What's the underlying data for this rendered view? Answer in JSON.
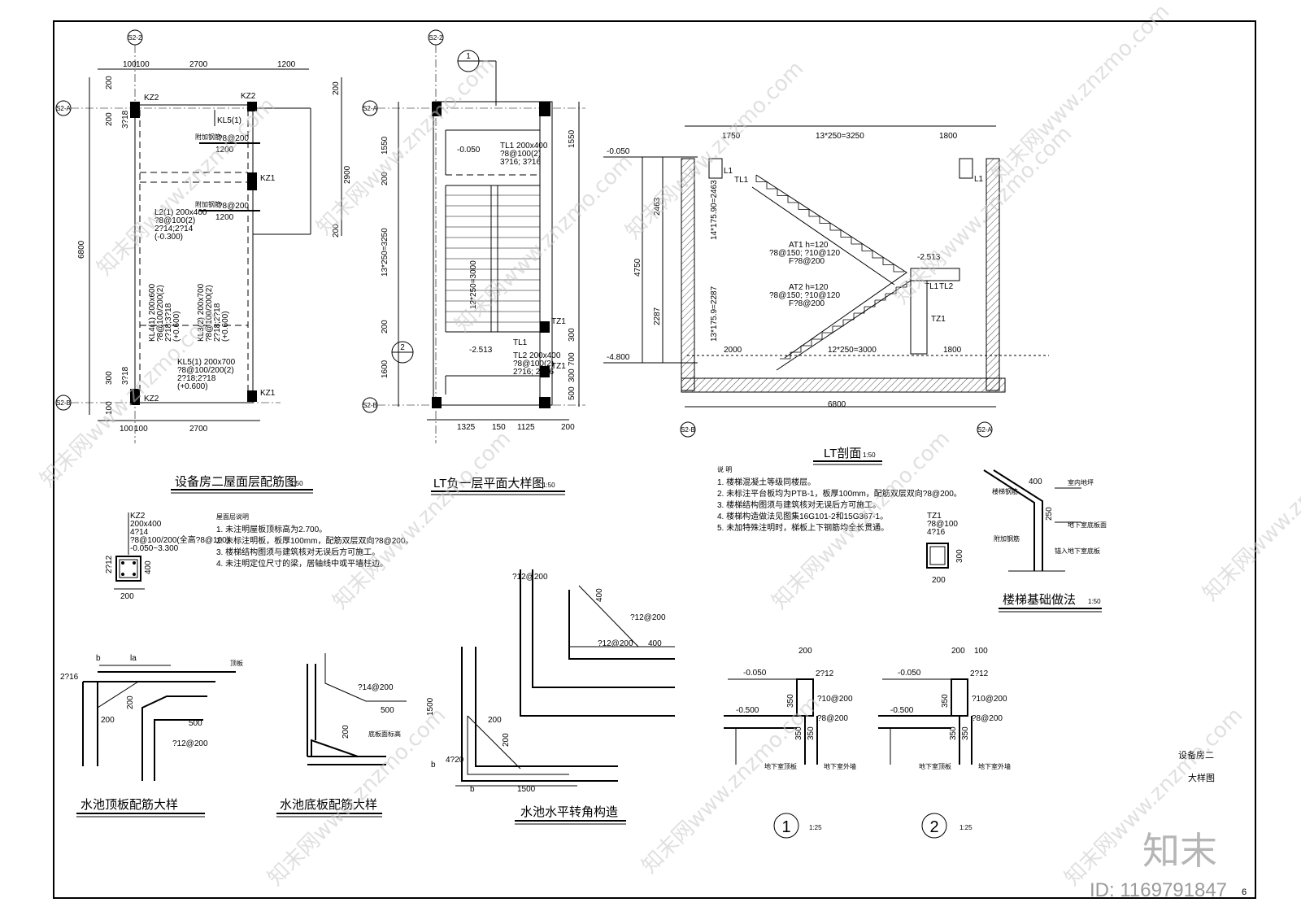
{
  "axes": {
    "s2_2": "S2-2",
    "s2_a": "S2-A",
    "s2_b": "S2-B"
  },
  "roof_plan": {
    "title": "设备房二屋面层配筋图",
    "scale": "1:50",
    "dims_top": [
      "100",
      "100",
      "2700",
      "1200"
    ],
    "dims_bottom": [
      "100",
      "100",
      "2700"
    ],
    "dims_left": [
      "200",
      "200",
      "3?18",
      "6800",
      "300",
      "3?18",
      "100"
    ],
    "dims_right": [
      "200",
      "2900",
      "200"
    ],
    "col_labels": [
      "KZ2",
      "KZ2",
      "KZ1",
      "KZ2",
      "KZ1"
    ],
    "beam_kl5_top": "KL5(1)",
    "rebar_1": "?8@200",
    "rebar_1_len": "1200",
    "rebar_2": "?8@200",
    "rebar_2_len": "1200",
    "l2": [
      "L2(1) 200x400",
      "?8@100(2)",
      "2?14;2?14",
      "(-0.300)"
    ],
    "kl4": [
      "KL4(1) 200x600",
      "?8@100/200(2)",
      "2?18;3?18",
      "(+0.600)"
    ],
    "kl3": [
      "KL3(2) 200x700",
      "?8@100/200(2)",
      "2?18;2?18",
      "(+0.600)"
    ],
    "kl5": [
      "KL5(1) 200x700",
      "?8@100/200(2)",
      "2?18;2?18",
      "(+0.600)"
    ],
    "rebar_small": "附加钢筋"
  },
  "stair_plan": {
    "title": "LT负一层平面大样图",
    "scale": "1:50",
    "section_mark": "1",
    "section_mark2": "2",
    "level_1": "-0.050",
    "level_2": "-2.513",
    "dims_left": [
      "1550",
      "200",
      "13*250=3250",
      "200",
      "1600"
    ],
    "dims_right": [
      "1550",
      "300",
      "700",
      "300",
      "500"
    ],
    "dims_bottom": [
      "1325",
      "150",
      "1125",
      "200"
    ],
    "flight_left": "12*250=3000",
    "tl1_top": [
      "TL1 200x400",
      "?8@100(2)",
      "3?16; 3?16"
    ],
    "tl1_label": "TL1",
    "tl2": [
      "TL2 200x400",
      "?8@100(2)",
      "2?16; 2?16"
    ],
    "tz1a": "TZ1",
    "tz1b": "TZ1"
  },
  "section": {
    "title": "LT剖面",
    "scale": "1:50",
    "dims_top": [
      "1750",
      "13*250=3250",
      "1800"
    ],
    "dims_bottom": [
      "2000",
      "12*250=3000",
      "1800"
    ],
    "overall": "6800",
    "dims_left": [
      "2463",
      "4750",
      "2287"
    ],
    "flight_1": "14*175.90=2463",
    "flight_2": "13*175.9=2287",
    "level_top": "-0.050",
    "level_mid": "-2.513",
    "level_bot": "-4.800",
    "at1": [
      "AT1 h=120",
      "?8@150; ?10@120",
      "F?8@200"
    ],
    "at2": [
      "AT2 h=120",
      "?8@150; ?10@120",
      "F?8@200"
    ],
    "labels": [
      "L1",
      "TL1",
      "L1",
      "TL1",
      "TL2",
      "TZ1"
    ]
  },
  "notes_stair": {
    "heading": "说  明",
    "items": [
      "1. 楼梯混凝土等级同楼层。",
      "2. 未标注平台板均为PTB-1，板厚100mm，配筋双层双向?8@200。",
      "3. 楼梯结构图须与建筑核对无误后方可施工。",
      "4. 楼梯构造做法见图集16G101-2和15G367-1。",
      "5. 未加特殊注明时，梯板上下钢筋均全长贯通。"
    ]
  },
  "notes_roof": {
    "heading": "屋面层说明",
    "items": [
      "1. 未注明屋板顶标高为2.700。",
      "2. 未标注明板，板厚100mm，配筋双层双向?8@200。",
      "3. 楼梯结构图须与建筑核对无误后方可施工。",
      "4. 未注明定位尺寸的梁，居轴线中或平墙柱边。"
    ]
  },
  "kz2_detail": {
    "lines": [
      "KZ2",
      "200x400",
      "4?14",
      "?8@100/200(全高?8@100)",
      "-0.050~3.300"
    ],
    "side": "2?12",
    "h": "400",
    "w": "200"
  },
  "tz1_detail": {
    "lines": [
      "TZ1",
      "?8@100",
      "4?16"
    ],
    "h": "300",
    "w": "200"
  },
  "foundation": {
    "title": "楼梯基础做法",
    "scale": "1:50",
    "dims": [
      "400",
      "250"
    ],
    "labels": [
      "室内地坪",
      "楼梯钢筋",
      "地下室底板面",
      "附加钢筋",
      "锚入地下室底板"
    ]
  },
  "pool_top": {
    "title": "水池顶板配筋大样",
    "labels": [
      "b",
      "la",
      "顶板",
      "2?16",
      "200",
      "200",
      "500",
      "?12@200"
    ]
  },
  "pool_bottom": {
    "title": "水池底板配筋大样",
    "labels": [
      "?14@200",
      "500",
      "200",
      "底板面标高"
    ]
  },
  "pool_corner": {
    "title": "水池水平转角构造",
    "labels": [
      "?12@200",
      "400",
      "?12@200",
      "?12@200",
      "400",
      "1500",
      "200",
      "200",
      "4?20",
      "b",
      "b",
      "1500"
    ]
  },
  "detail_1": {
    "mark": "1",
    "scale": "1:25",
    "labels": [
      "200",
      "2?12",
      "?10@200",
      "?8@200",
      "-0.050",
      "-0.500",
      "350",
      "350",
      "350",
      "地下室顶板",
      "地下室外墙"
    ]
  },
  "detail_2": {
    "mark": "2",
    "scale": "1:25",
    "labels": [
      "200",
      "100",
      "2?12",
      "?10@200",
      "?8@200",
      "-0.050",
      "-0.500",
      "350",
      "350",
      "350",
      "地下室顶板",
      "地下室外墙"
    ]
  },
  "title_block": {
    "line1": "设备房二",
    "line2": "大样图"
  },
  "sheet_no": "6",
  "watermark": {
    "text": "知末网www.znzmo.com",
    "logo": "知末",
    "id": "ID: 1169791847"
  }
}
